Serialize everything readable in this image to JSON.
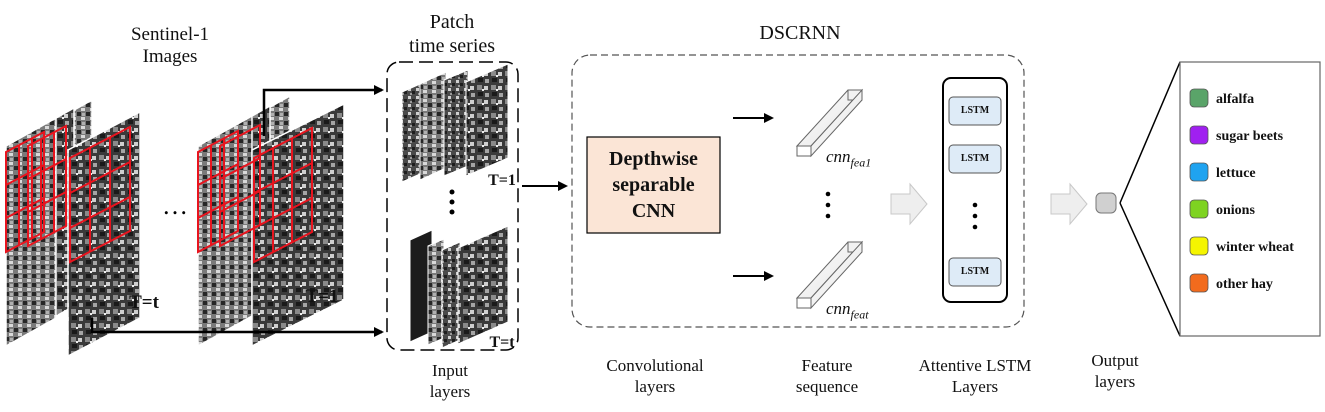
{
  "titles": {
    "sentinel_line1": "Sentinel-1",
    "sentinel_line2": "Images",
    "patch_line1": "Patch",
    "patch_line2": "time series",
    "dscrnn": "DSCRNN"
  },
  "stack_labels": {
    "left": "T=t",
    "right": "T=1",
    "patch_top": "T=1",
    "patch_bottom": "T=t"
  },
  "ellipsis": "…",
  "cnn_box": {
    "line1": "Depthwise",
    "line2": "separable",
    "line3": "CNN"
  },
  "features": {
    "first_base": "cnn",
    "first_sub": "fea1",
    "last_base": "cnn",
    "last_sub": "feat"
  },
  "lstm_label": "LSTM",
  "legend": [
    {
      "label": "alfalfa",
      "color": "#5aa469"
    },
    {
      "label": "sugar beets",
      "color": "#a020f0"
    },
    {
      "label": "lettuce",
      "color": "#1fa3f0"
    },
    {
      "label": "onions",
      "color": "#7ed321"
    },
    {
      "label": "winter wheat",
      "color": "#f5f500"
    },
    {
      "label": "other hay",
      "color": "#f26b1d"
    }
  ],
  "bottom_labels": {
    "input_line1": "Input",
    "input_line2": "layers",
    "conv_line1": "Convolutional",
    "conv_line2": "layers",
    "feat_line1": "Feature",
    "feat_line2": "sequence",
    "lstm_line1": "Attentive LSTM",
    "lstm_line2": "Layers",
    "out_line1": "Output",
    "out_line2": "layers"
  },
  "colors": {
    "grid_red": "#e8141e",
    "cnn_fill": "#fbe5d6",
    "lstm_fill": "#deebf7",
    "arrow_gray": "#e6e6e6"
  }
}
